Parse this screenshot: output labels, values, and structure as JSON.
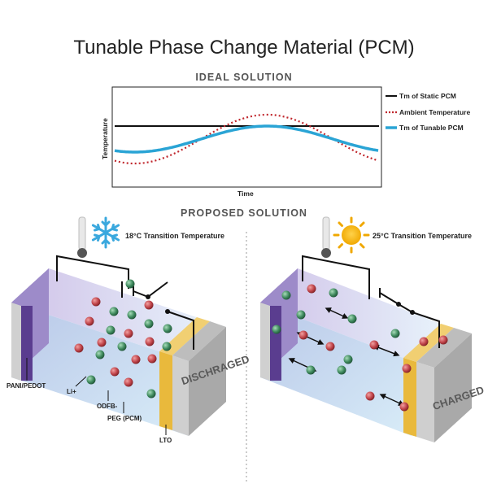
{
  "title": "Tunable Phase Change Material (PCM)",
  "ideal": {
    "heading": "IDEAL SOLUTION",
    "y_axis_label": "Temperature",
    "x_axis_label": "Time",
    "legend": [
      {
        "label": "Tm of Static PCM",
        "color": "#111111",
        "style": "solid"
      },
      {
        "label": "Ambient Temperature",
        "color": "#c0272d",
        "style": "dotted"
      },
      {
        "label": "Tm of Tunable PCM",
        "color": "#2aa4d5",
        "style": "solid-thick"
      }
    ]
  },
  "proposed": {
    "heading": "PROPOSED SOLUTION",
    "left": {
      "transition_text": "18°C Transition Temperature",
      "state_label": "DISCHRAGED",
      "weather_icon": "snowflake-icon",
      "switch": "open"
    },
    "right": {
      "transition_text": "25°C Transition Temperature",
      "state_label": "CHARGED",
      "weather_icon": "sun-icon",
      "switch": "closed"
    },
    "component_labels": {
      "cathode": "PANI/PEDOT",
      "lithium": "Li+",
      "anion": "ODFB-",
      "electrolyte": "PEG (PCM)",
      "anode": "LTO"
    }
  },
  "colors": {
    "cathode_purple": "#5a3d8f",
    "anode_yellow": "#e9b93c",
    "li_ion": "#c0444a",
    "anion": "#3f8a5e",
    "electrolyte_blue": "#cfe6f5",
    "wire": "#111111"
  }
}
